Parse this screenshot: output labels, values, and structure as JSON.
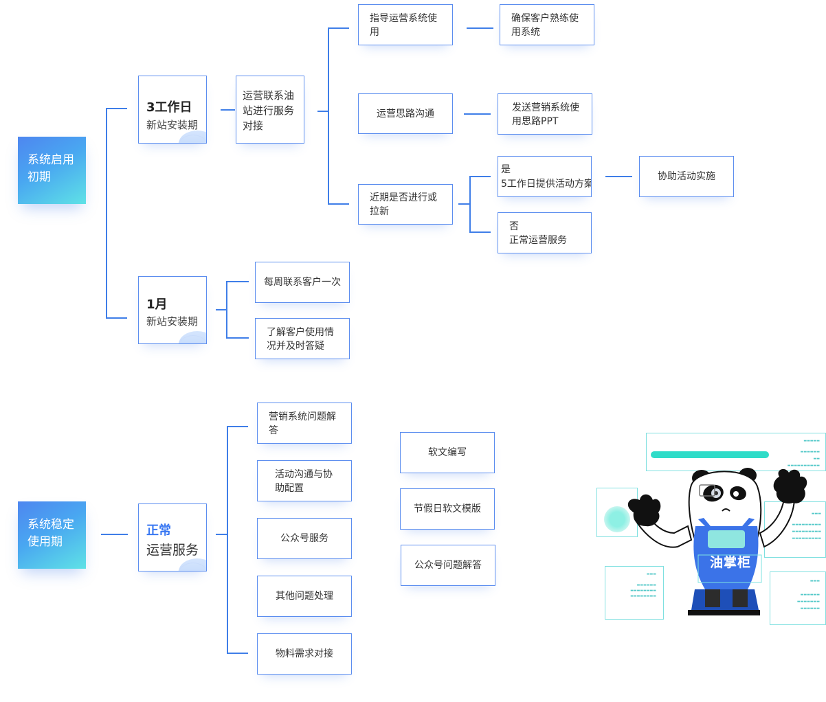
{
  "stages": {
    "initial": "系统启用初期",
    "stable": "系统稳定使用期"
  },
  "periods": {
    "p1": {
      "num": "3",
      "unit": "工作日",
      "sub": "新站安装期"
    },
    "p2": {
      "num": "1",
      "unit": "月",
      "sub": "新站安装期"
    },
    "p3": {
      "line1": "正常",
      "line2": "运营服务"
    }
  },
  "nodes": {
    "connect_station": "运营联系油站进行服务对接",
    "guide_use": "指导运营系统使用",
    "ensure_skilled": "确保客户熟练使用系统",
    "ops_idea": "运营思路沟通",
    "send_ppt": "发送营销系统使用思路PPT",
    "recent_activity": "近期是否进行或拉新",
    "yes_label": "是",
    "yes_text": "5工作日提供活动方案",
    "assist_activity": "协助活动实施",
    "no_label": "否",
    "no_text": "正常运营服务",
    "weekly_contact": "每周联系客户一次",
    "understand_usage": "了解客户使用情况并及时答疑",
    "marketing_qa": "营销系统问题解答",
    "activity_config": "活动沟通与协助配置",
    "official_account_service": "公众号服务",
    "other_issues": "其他问题处理",
    "material_needs": "物料需求对接",
    "soft_article": "软文编写",
    "holiday_template": "节假日软文模版",
    "official_account_qa": "公众号问题解答"
  },
  "mascot": {
    "logo_text": "油掌柜",
    "icon": "panda-mascot-icon"
  },
  "colors": {
    "accent": "#3a78f2",
    "border": "#5b8def",
    "cyan": "#5fe2e6"
  }
}
